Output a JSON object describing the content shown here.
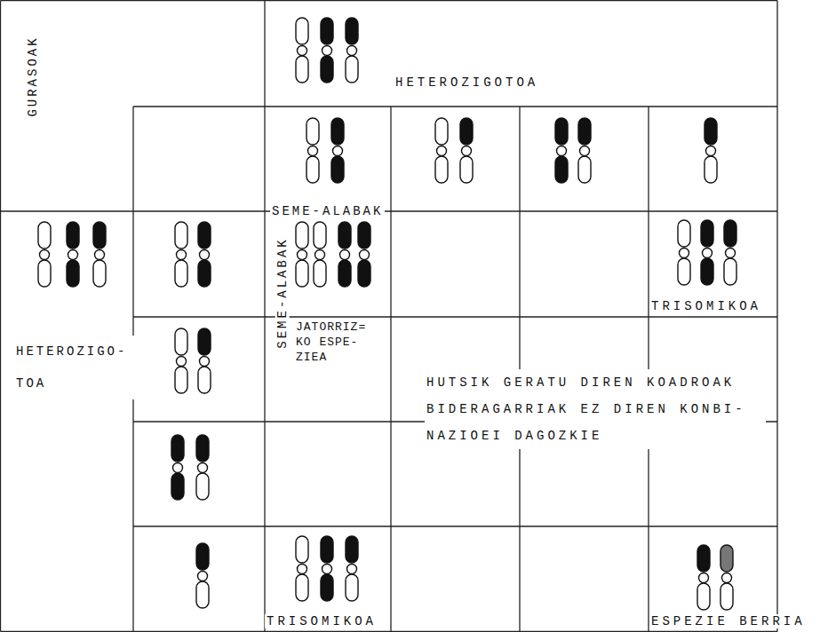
{
  "diagram": {
    "labels": [
      "GURASOAK",
      "HETEROZIGOTOA",
      "SEME-ALABAK",
      "SEME-ALABAK",
      "HETEROZIGO- TOA",
      "JATORRIZ= KO ESPE- ZIEA",
      "TRISOMIKOA",
      "HUTSIK GERATU DIREN KOADROAK BIDERAGARRIAK EZ DIREN KONBI- NAZIOEI DAGOZKIE",
      "TRISOMIKOA",
      "ESPEZIE BERRIA"
    ]
  }
}
